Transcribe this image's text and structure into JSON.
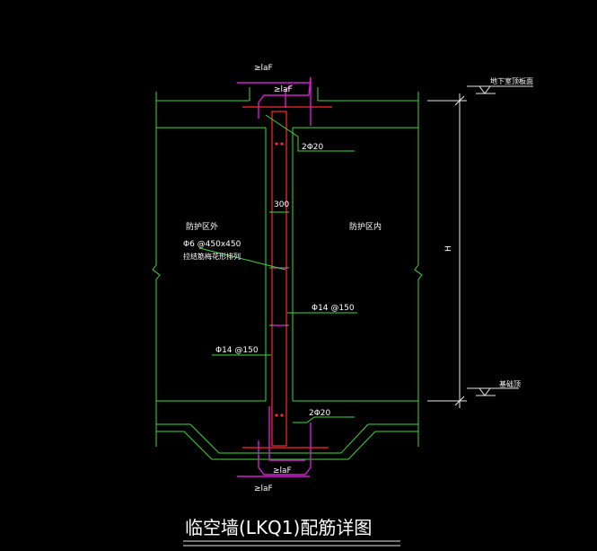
{
  "drawing": {
    "title": "临空墙(LKQ1)配筋详图",
    "labels": {
      "lap_top_outer": "≥laF",
      "lap_top_inner": "≥laF",
      "lap_bottom_inner": "≥laF",
      "lap_bottom_outer": "≥laF",
      "bars_top": "2Φ20",
      "bars_bottom": "2Φ20",
      "wall_thickness": "300",
      "zone_outside": "防护区外",
      "zone_inside": "防护区内",
      "tie_spec": "Φ6 @450x450",
      "tie_note": "拉结筋梅花形排列",
      "rebar_right": "Φ14 @150",
      "rebar_left": "Φ14 @150",
      "height": "H",
      "level_top": "地下室顶板面",
      "level_bottom": "基础顶"
    },
    "colors": {
      "background": "#000000",
      "outline": "#3fd83f",
      "rebar_main": "#ff2a2a",
      "rebar_lap": "#d020d0",
      "dimension": "#e8e8e8",
      "text": "#ffffff"
    }
  }
}
